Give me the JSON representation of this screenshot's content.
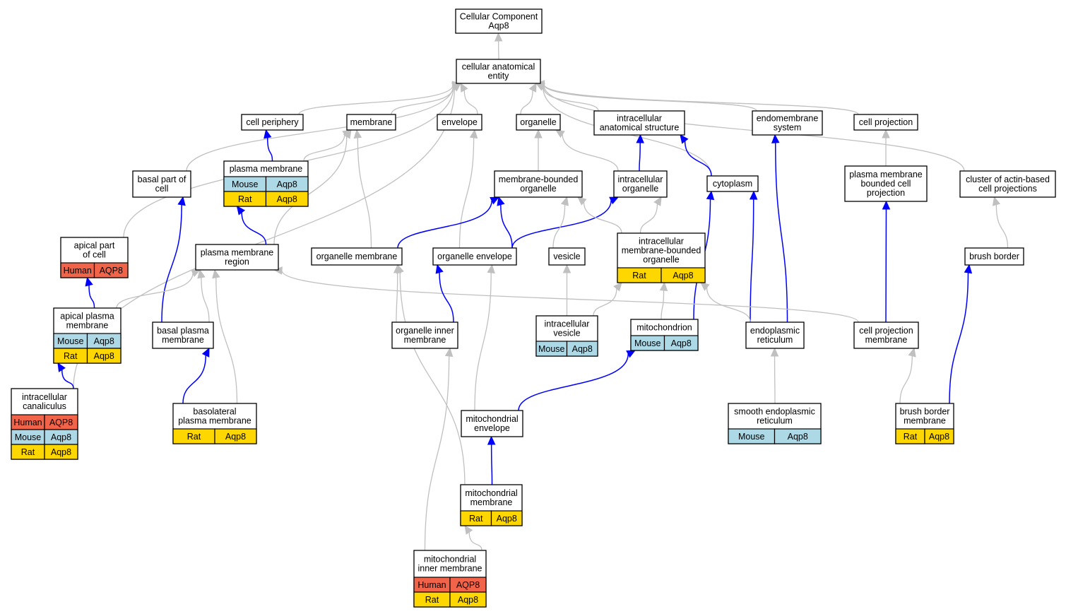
{
  "colors": {
    "grey_edge": "#c0c0c0",
    "blue_edge": "#0000ff",
    "Human": "#f26449",
    "Mouse": "#add8e6",
    "Rat": "#ffd700"
  },
  "diagram": {
    "nodes": [
      {
        "id": "root",
        "lines": [
          "Cellular Component",
          "Aqp8"
        ],
        "rows": []
      },
      {
        "id": "cae",
        "lines": [
          "cellular anatomical",
          "entity"
        ],
        "rows": []
      },
      {
        "id": "cellperiph",
        "lines": [
          "cell periphery"
        ],
        "rows": []
      },
      {
        "id": "membrane",
        "lines": [
          "membrane"
        ],
        "rows": []
      },
      {
        "id": "envelope",
        "lines": [
          "envelope"
        ],
        "rows": []
      },
      {
        "id": "organelle",
        "lines": [
          "organelle"
        ],
        "rows": []
      },
      {
        "id": "ias",
        "lines": [
          "intracellular",
          "anatomical structure"
        ],
        "rows": []
      },
      {
        "id": "endomem",
        "lines": [
          "endomembrane",
          "system"
        ],
        "rows": []
      },
      {
        "id": "cellproj",
        "lines": [
          "cell projection"
        ],
        "rows": []
      },
      {
        "id": "pm",
        "lines": [
          "plasma membrane"
        ],
        "rows": [
          [
            "Mouse",
            "Aqp8"
          ],
          [
            "Rat",
            "Aqp8"
          ]
        ]
      },
      {
        "id": "basalpart",
        "lines": [
          "basal part of",
          "cell"
        ],
        "rows": []
      },
      {
        "id": "mbo",
        "lines": [
          "membrane-bounded",
          "organelle"
        ],
        "rows": []
      },
      {
        "id": "intorg",
        "lines": [
          "intracellular",
          "organelle"
        ],
        "rows": []
      },
      {
        "id": "cytoplasm",
        "lines": [
          "cytoplasm"
        ],
        "rows": []
      },
      {
        "id": "pmbcp",
        "lines": [
          "plasma membrane",
          "bounded cell",
          "projection"
        ],
        "rows": []
      },
      {
        "id": "cluster",
        "lines": [
          "cluster of actin-based",
          "cell projections"
        ],
        "rows": []
      },
      {
        "id": "apicalpart",
        "lines": [
          "apical part",
          "of cell"
        ],
        "rows": [
          [
            "Human",
            "AQP8"
          ]
        ]
      },
      {
        "id": "pmr",
        "lines": [
          "plasma membrane",
          "region"
        ],
        "rows": []
      },
      {
        "id": "orgmem",
        "lines": [
          "organelle membrane"
        ],
        "rows": []
      },
      {
        "id": "orgenv",
        "lines": [
          "organelle envelope"
        ],
        "rows": []
      },
      {
        "id": "vesicle",
        "lines": [
          "vesicle"
        ],
        "rows": []
      },
      {
        "id": "imbo",
        "lines": [
          "intracellular",
          "membrane-bounded",
          "organelle"
        ],
        "rows": [
          [
            "Rat",
            "Aqp8"
          ]
        ]
      },
      {
        "id": "brushborder",
        "lines": [
          "brush border"
        ],
        "rows": []
      },
      {
        "id": "apm",
        "lines": [
          "apical plasma",
          "membrane"
        ],
        "rows": [
          [
            "Mouse",
            "Aqp8"
          ],
          [
            "Rat",
            "Aqp8"
          ]
        ]
      },
      {
        "id": "bpm",
        "lines": [
          "basal plasma",
          "membrane"
        ],
        "rows": []
      },
      {
        "id": "oim",
        "lines": [
          "organelle inner",
          "membrane"
        ],
        "rows": []
      },
      {
        "id": "iv",
        "lines": [
          "intracellular",
          "vesicle"
        ],
        "rows": [
          [
            "Mouse",
            "Aqp8"
          ]
        ]
      },
      {
        "id": "mito",
        "lines": [
          "mitochondrion"
        ],
        "rows": [
          [
            "Mouse",
            "Aqp8"
          ]
        ]
      },
      {
        "id": "er",
        "lines": [
          "endoplasmic",
          "reticulum"
        ],
        "rows": []
      },
      {
        "id": "cpm",
        "lines": [
          "cell projection",
          "membrane"
        ],
        "rows": []
      },
      {
        "id": "ic",
        "lines": [
          "intracellular",
          "canaliculus"
        ],
        "rows": [
          [
            "Human",
            "AQP8"
          ],
          [
            "Mouse",
            "Aqp8"
          ],
          [
            "Rat",
            "Aqp8"
          ]
        ]
      },
      {
        "id": "blpm",
        "lines": [
          "basolateral",
          "plasma membrane"
        ],
        "rows": [
          [
            "Rat",
            "Aqp8"
          ]
        ]
      },
      {
        "id": "mitoenv",
        "lines": [
          "mitochondrial",
          "envelope"
        ],
        "rows": []
      },
      {
        "id": "ser",
        "lines": [
          "smooth endoplasmic",
          "reticulum"
        ],
        "rows": [
          [
            "Mouse",
            "Aqp8"
          ]
        ]
      },
      {
        "id": "bbm",
        "lines": [
          "brush border",
          "membrane"
        ],
        "rows": [
          [
            "Rat",
            "Aqp8"
          ]
        ]
      },
      {
        "id": "mitomem",
        "lines": [
          "mitochondrial",
          "membrane"
        ],
        "rows": [
          [
            "Rat",
            "Aqp8"
          ]
        ]
      },
      {
        "id": "mim",
        "lines": [
          "mitochondrial",
          "inner membrane"
        ],
        "rows": [
          [
            "Human",
            "AQP8"
          ],
          [
            "Rat",
            "Aqp8"
          ]
        ]
      }
    ],
    "edges": [
      {
        "from": "cae",
        "to": "root",
        "kind": "is_a"
      },
      {
        "from": "cellperiph",
        "to": "cae",
        "kind": "is_a"
      },
      {
        "from": "membrane",
        "to": "cae",
        "kind": "is_a"
      },
      {
        "from": "envelope",
        "to": "cae",
        "kind": "is_a"
      },
      {
        "from": "organelle",
        "to": "cae",
        "kind": "is_a"
      },
      {
        "from": "ias",
        "to": "cae",
        "kind": "is_a"
      },
      {
        "from": "endomem",
        "to": "cae",
        "kind": "is_a"
      },
      {
        "from": "cellproj",
        "to": "cae",
        "kind": "is_a"
      },
      {
        "from": "cluster",
        "to": "cae",
        "kind": "is_a"
      },
      {
        "from": "cytoplasm",
        "to": "cae",
        "kind": "is_a"
      },
      {
        "from": "basalpart",
        "to": "cae",
        "kind": "is_a"
      },
      {
        "from": "apicalpart",
        "to": "cae",
        "kind": "is_a"
      },
      {
        "from": "ic",
        "to": "cae",
        "kind": "is_a"
      },
      {
        "from": "pm",
        "to": "cellperiph",
        "kind": "part_of"
      },
      {
        "from": "pm",
        "to": "membrane",
        "kind": "is_a"
      },
      {
        "from": "pmr",
        "to": "membrane",
        "kind": "is_a"
      },
      {
        "from": "orgmem",
        "to": "membrane",
        "kind": "is_a"
      },
      {
        "from": "pmr",
        "to": "pm",
        "kind": "part_of"
      },
      {
        "from": "mbo",
        "to": "organelle",
        "kind": "is_a"
      },
      {
        "from": "intorg",
        "to": "organelle",
        "kind": "is_a"
      },
      {
        "from": "intorg",
        "to": "ias",
        "kind": "part_of"
      },
      {
        "from": "cytoplasm",
        "to": "ias",
        "kind": "part_of"
      },
      {
        "from": "pmbcp",
        "to": "cellproj",
        "kind": "is_a"
      },
      {
        "from": "orgenv",
        "to": "envelope",
        "kind": "is_a"
      },
      {
        "from": "orgmem",
        "to": "mbo",
        "kind": "part_of"
      },
      {
        "from": "orgenv",
        "to": "mbo",
        "kind": "part_of"
      },
      {
        "from": "orgenv",
        "to": "intorg",
        "kind": "part_of"
      },
      {
        "from": "vesicle",
        "to": "mbo",
        "kind": "is_a"
      },
      {
        "from": "imbo",
        "to": "mbo",
        "kind": "is_a"
      },
      {
        "from": "imbo",
        "to": "intorg",
        "kind": "is_a"
      },
      {
        "from": "mito",
        "to": "cytoplasm",
        "kind": "part_of"
      },
      {
        "from": "er",
        "to": "cytoplasm",
        "kind": "part_of"
      },
      {
        "from": "er",
        "to": "endomem",
        "kind": "part_of"
      },
      {
        "from": "cpm",
        "to": "pmbcp",
        "kind": "part_of"
      },
      {
        "from": "brushborder",
        "to": "cluster",
        "kind": "is_a"
      },
      {
        "from": "apm",
        "to": "apicalpart",
        "kind": "part_of"
      },
      {
        "from": "bpm",
        "to": "basalpart",
        "kind": "part_of"
      },
      {
        "from": "apm",
        "to": "pmr",
        "kind": "is_a"
      },
      {
        "from": "bpm",
        "to": "pmr",
        "kind": "is_a"
      },
      {
        "from": "blpm",
        "to": "pmr",
        "kind": "is_a"
      },
      {
        "from": "cpm",
        "to": "pmr",
        "kind": "is_a"
      },
      {
        "from": "oim",
        "to": "orgmem",
        "kind": "is_a"
      },
      {
        "from": "oim",
        "to": "orgenv",
        "kind": "part_of"
      },
      {
        "from": "mitoenv",
        "to": "orgenv",
        "kind": "is_a"
      },
      {
        "from": "iv",
        "to": "vesicle",
        "kind": "is_a"
      },
      {
        "from": "iv",
        "to": "imbo",
        "kind": "is_a"
      },
      {
        "from": "mito",
        "to": "imbo",
        "kind": "is_a"
      },
      {
        "from": "er",
        "to": "imbo",
        "kind": "is_a"
      },
      {
        "from": "ser",
        "to": "er",
        "kind": "is_a"
      },
      {
        "from": "bbm",
        "to": "cpm",
        "kind": "is_a"
      },
      {
        "from": "bbm",
        "to": "brushborder",
        "kind": "part_of"
      },
      {
        "from": "ic",
        "to": "apm",
        "kind": "part_of"
      },
      {
        "from": "blpm",
        "to": "bpm",
        "kind": "part_of"
      },
      {
        "from": "mitoenv",
        "to": "mito",
        "kind": "part_of"
      },
      {
        "from": "mitomem",
        "to": "mitoenv",
        "kind": "part_of"
      },
      {
        "from": "mitomem",
        "to": "orgmem",
        "kind": "is_a"
      },
      {
        "from": "mim",
        "to": "mitomem",
        "kind": "is_a"
      },
      {
        "from": "mim",
        "to": "oim",
        "kind": "is_a"
      }
    ]
  }
}
